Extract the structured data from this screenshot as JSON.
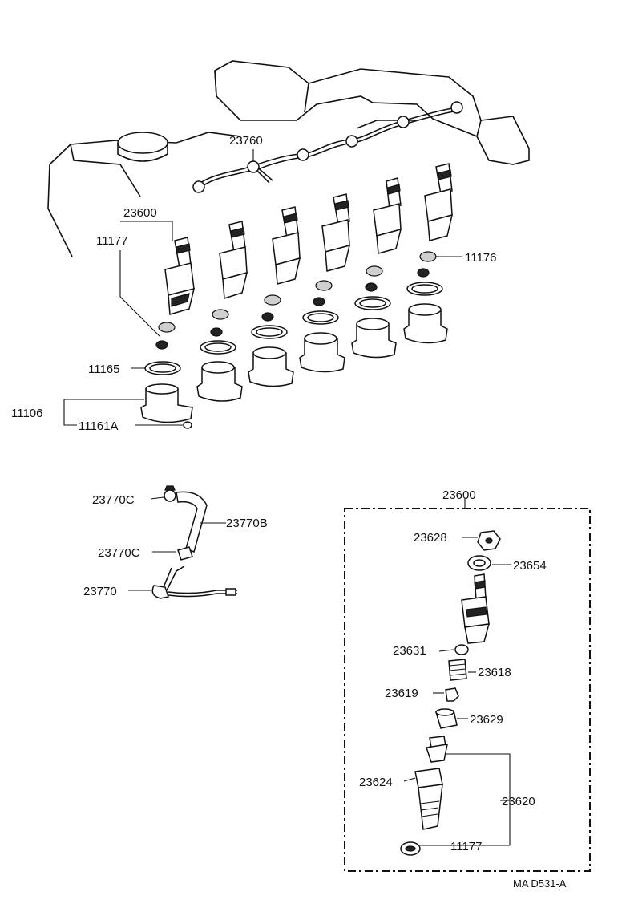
{
  "diagram": {
    "code": "MA D531-A",
    "upper_labels": {
      "pipe": "23760",
      "injector_assy": "23600",
      "gasket_upper": "11177",
      "seal_right": "11176",
      "gasket_ring": "11165",
      "holder": "11106",
      "holder_pin": "11161A"
    },
    "hose_labels": {
      "clip_top": "23770C",
      "hose": "23770B",
      "clip_bottom": "23770C",
      "leak_pipe": "23770"
    },
    "exploded_labels": {
      "assembly": "23600",
      "nut": "23628",
      "washer": "23654",
      "pin": "23631",
      "spring": "23618",
      "seat": "23619",
      "spacer": "23629",
      "nozzle_set": "23620",
      "body": "23624",
      "gasket": "11177"
    }
  }
}
